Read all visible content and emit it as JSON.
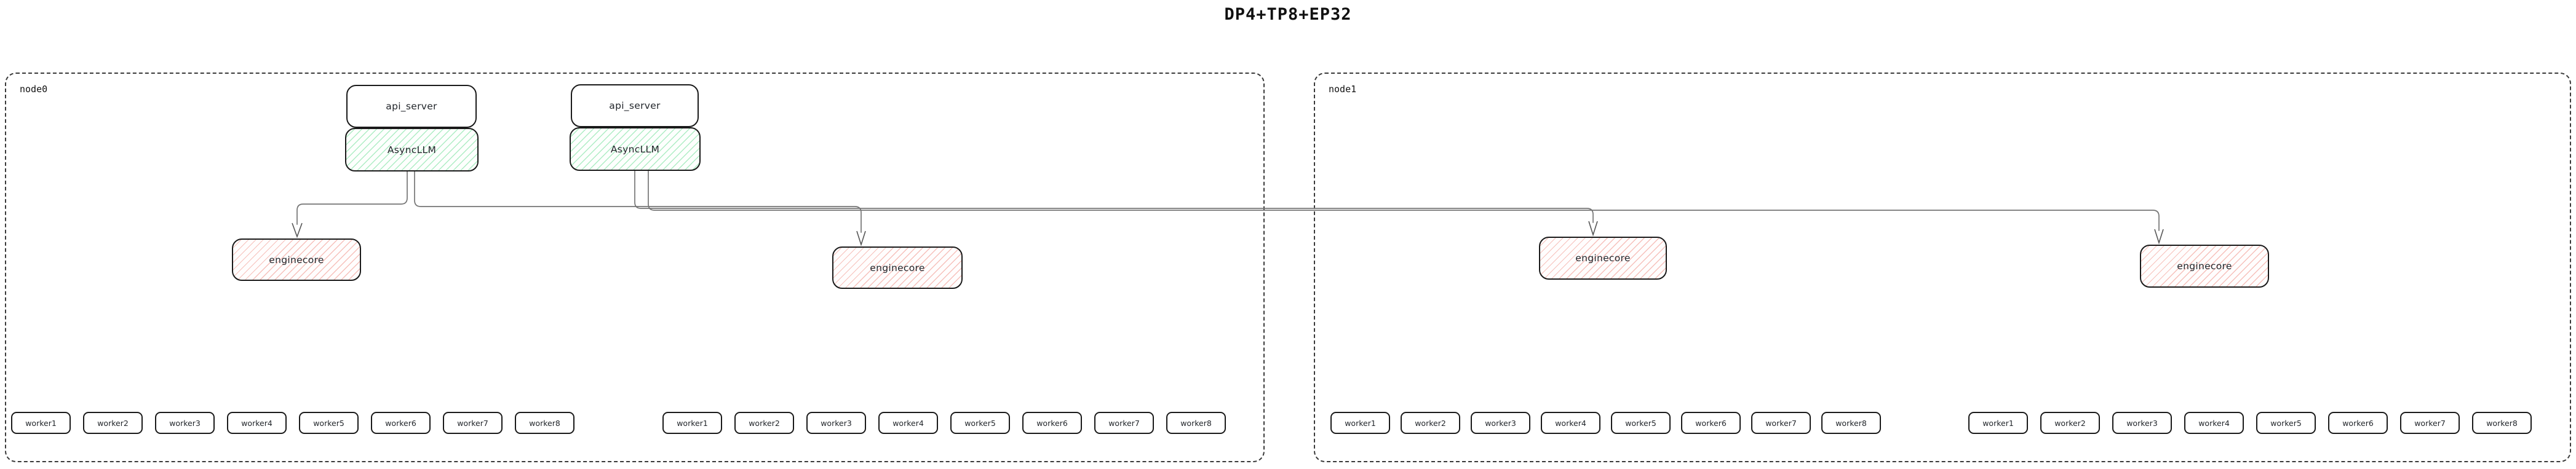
{
  "title": "DP4+TP8+EP32",
  "colors": {
    "green_hatch": "#6ede96",
    "red_hatch": "#ee847a",
    "wire": "#757575",
    "box_border": "#1a1a1a",
    "node_border": "#3a3a3a"
  },
  "nodes": [
    {
      "label": "node0",
      "api_servers": [
        {
          "label": "api_server"
        },
        {
          "label": "api_server"
        }
      ],
      "async_llms": [
        {
          "label": "AsyncLLM"
        },
        {
          "label": "AsyncLLM"
        }
      ],
      "enginecores": [
        {
          "label": "enginecore"
        },
        {
          "label": "enginecore"
        }
      ],
      "worker_groups": [
        {
          "workers": [
            "worker1",
            "worker2",
            "worker3",
            "worker4",
            "worker5",
            "worker6",
            "worker7",
            "worker8"
          ]
        },
        {
          "workers": [
            "worker1",
            "worker2",
            "worker3",
            "worker4",
            "worker5",
            "worker6",
            "worker7",
            "worker8"
          ]
        }
      ]
    },
    {
      "label": "node1",
      "enginecores": [
        {
          "label": "enginecore"
        },
        {
          "label": "enginecore"
        }
      ],
      "worker_groups": [
        {
          "workers": [
            "worker1",
            "worker2",
            "worker3",
            "worker4",
            "worker5",
            "worker6",
            "worker7",
            "worker8"
          ]
        },
        {
          "workers": [
            "worker1",
            "worker2",
            "worker3",
            "worker4",
            "worker5",
            "worker6",
            "worker7",
            "worker8"
          ]
        }
      ]
    }
  ]
}
